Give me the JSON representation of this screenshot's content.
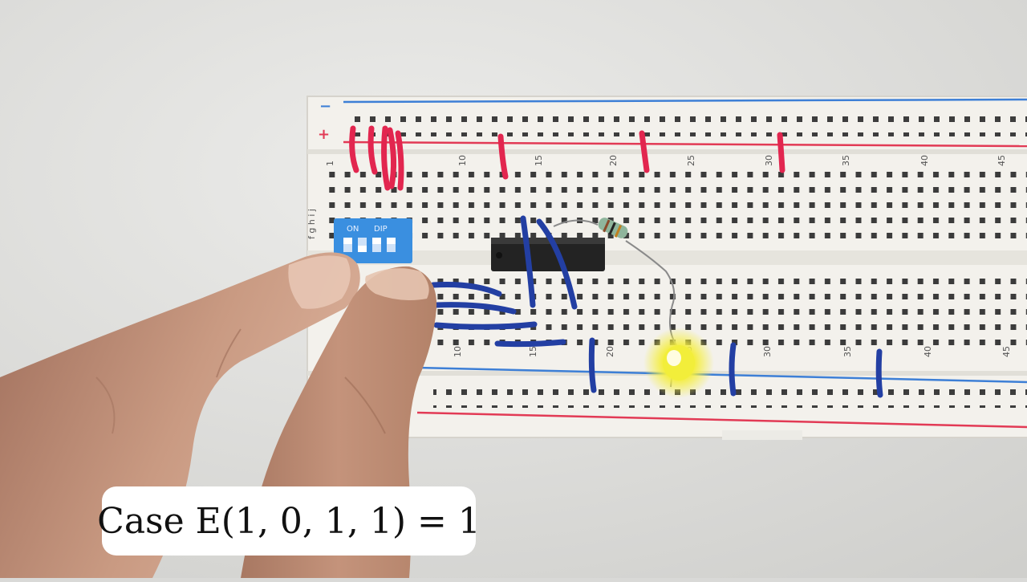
{
  "caption": "Case E(1, 0, 1, 1) = 1",
  "breadboard": {
    "rail_minus": "−",
    "rail_plus": "+",
    "column_numbers_top": [
      "1",
      "10",
      "15",
      "20",
      "25",
      "30",
      "35",
      "40",
      "45"
    ],
    "column_numbers_bottom": [
      "10",
      "15",
      "20",
      "25",
      "30",
      "35",
      "40",
      "45"
    ],
    "row_letters": "f g h i j"
  },
  "dip_switch": {
    "label_left": "ON",
    "label_right": "DIP"
  },
  "led_state": "on",
  "colors": {
    "background": "#d9d9d7",
    "breadboard": "#f3f1ec",
    "red_wire": "#e2264f",
    "blue_wire": "#233fa3",
    "dip_switch": "#3a8fe0",
    "led_glow": "#f2ee3a",
    "skin": "#c99a82"
  }
}
